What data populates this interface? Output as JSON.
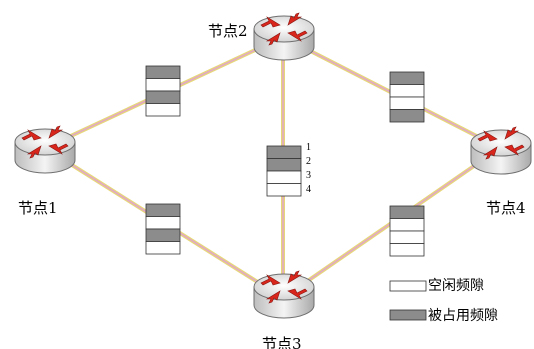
{
  "nodes": [
    {
      "id": "n1",
      "label": "节点1"
    },
    {
      "id": "n2",
      "label": "节点2"
    },
    {
      "id": "n3",
      "label": "节点3"
    },
    {
      "id": "n4",
      "label": "节点4"
    }
  ],
  "links": [
    {
      "from": "n1",
      "to": "n2",
      "slots": [
        "occupied",
        "free",
        "occupied",
        "free"
      ]
    },
    {
      "from": "n2",
      "to": "n4",
      "slots": [
        "occupied",
        "free",
        "free",
        "occupied"
      ]
    },
    {
      "from": "n2",
      "to": "n3",
      "slots": [
        "occupied",
        "occupied",
        "free",
        "free"
      ]
    },
    {
      "from": "n1",
      "to": "n3",
      "slots": [
        "occupied",
        "free",
        "occupied",
        "free"
      ]
    },
    {
      "from": "n3",
      "to": "n4",
      "slots": [
        "occupied",
        "free",
        "free",
        "free"
      ]
    }
  ],
  "slot_numbers": [
    "1",
    "2",
    "3",
    "4"
  ],
  "legend": {
    "free_label": "空闲频隙",
    "occupied_label": "被占用频隙"
  },
  "colors": {
    "occupied": "#8c8c8c",
    "free": "#ffffff",
    "fiber_pink": "#e2a6c6",
    "fiber_yellow": "#e6d77a",
    "router_body": "#e8e8e8",
    "arrow": "#d9261c"
  },
  "icons": {
    "router": "router-icon"
  }
}
